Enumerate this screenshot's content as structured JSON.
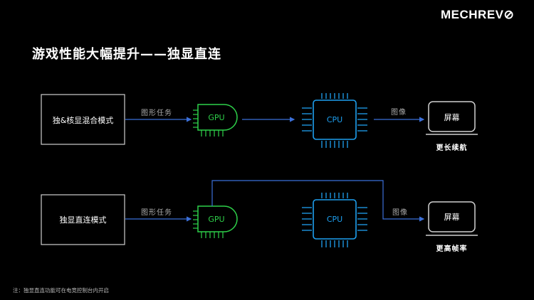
{
  "brand": {
    "logo": "MECHREV⊘"
  },
  "header": {
    "title": "游戏性能大幅提升——独显直连"
  },
  "colors": {
    "gpu": "#2ed14a",
    "cpu": "#1ea0f0",
    "arrow": "#3b6fd8",
    "box": "#cfcfcf",
    "bg": "#000000"
  },
  "diagram": {
    "row1": {
      "mode_box": "独&核显混合模式",
      "edge_label_gpu": "图形任务",
      "gpu": "GPU",
      "cpu": "CPU",
      "edge_label_screen": "图像",
      "screen": "屏幕",
      "caption": "更长续航"
    },
    "row2": {
      "mode_box": "独显直连模式",
      "edge_label_gpu": "图形任务",
      "gpu": "GPU",
      "cpu": "CPU",
      "edge_label_screen": "图像",
      "screen": "屏幕",
      "caption": "更高帧率"
    }
  },
  "footer": {
    "note": "注：独显直连功能可在电竞控制台内开启"
  }
}
